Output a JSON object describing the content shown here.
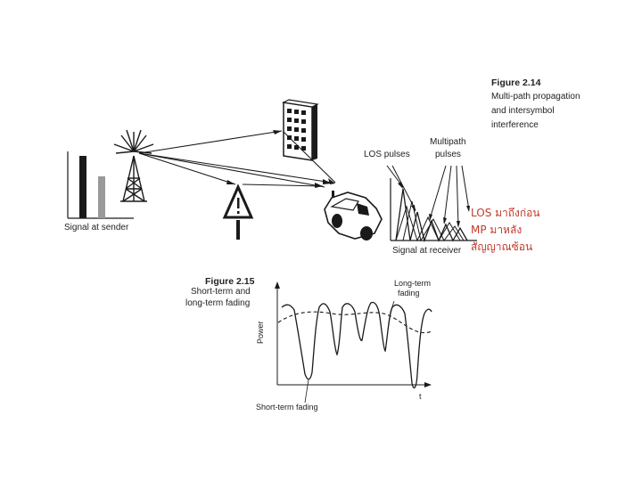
{
  "figure_2_14": {
    "number": "Figure 2.14",
    "caption_lines": [
      "Multi-path propagation",
      "and intersymbol",
      "interference"
    ],
    "label_signal_sender": "Signal at sender",
    "label_signal_receiver": "Signal at receiver",
    "label_los_pulses": "LOS pulses",
    "label_multipath_1": "Multipath",
    "label_multipath_2": "pulses"
  },
  "annotations": {
    "los_line": "LOS มาถึงก่อน",
    "mp_line": "MP มาหลัง",
    "signal_line": "สัญญาณซ้อน"
  },
  "figure_2_15": {
    "number": "Figure 2.15",
    "caption_lines": [
      "Short-term and",
      "long-term fading"
    ],
    "axis_y": "Power",
    "axis_x": "t",
    "label_long_term_1": "Long-term",
    "label_long_term_2": "fading",
    "label_short_term": "Short-term fading"
  },
  "colors": {
    "ink": "#1a1a1a",
    "annotation_red": "#c0392b",
    "bar_gray": "#999999"
  }
}
